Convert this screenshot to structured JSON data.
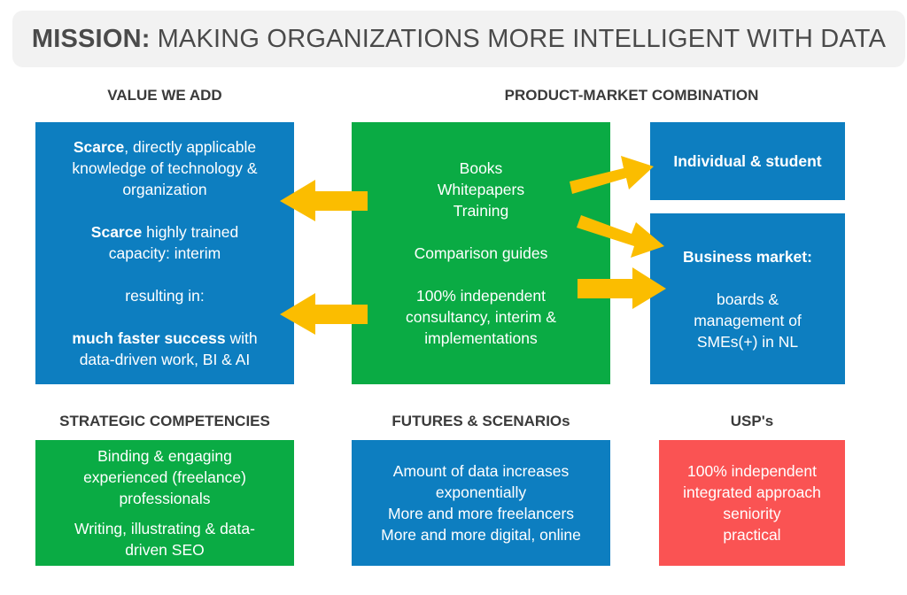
{
  "mission": {
    "label": "MISSION:",
    "text": "MAKING ORGANIZATIONS MORE INTELLIGENT WITH DATA"
  },
  "headings": {
    "value": "VALUE WE ADD",
    "pmc": "PRODUCT-MARKET COMBINATION",
    "competencies": "STRATEGIC COMPETENCIES",
    "futures": "FUTURES & SCENARIOs",
    "usp": "USP's"
  },
  "value_box": {
    "l1_bold": "Scarce",
    "l1_rest": ", directly applicable",
    "l2": "knowledge of technology &",
    "l3": "organization",
    "l4_bold": "Scarce",
    "l4_rest": " highly trained",
    "l5": "capacity: interim",
    "l6": "resulting in:",
    "l7_bold": "much faster success",
    "l7_rest": " with",
    "l8": "data-driven work, BI & AI"
  },
  "product_box": {
    "l1": "Books",
    "l2": "Whitepapers",
    "l3": "Training",
    "l4": "Comparison guides",
    "l5": "100% independent",
    "l6": "consultancy, interim &",
    "l7": "implementations"
  },
  "individual_box": {
    "label": "Individual & student"
  },
  "business_box": {
    "title": "Business market:",
    "l1": "boards &",
    "l2": "management of",
    "l3": "SMEs(+) in NL"
  },
  "competencies_box": {
    "l1": "Binding & engaging",
    "l2": "experienced (freelance)",
    "l3": "professionals",
    "l4": "Writing, illustrating & data-",
    "l5": "driven SEO"
  },
  "futures_box": {
    "l1": "Amount of data increases",
    "l2": "exponentially",
    "l3": "More and more freelancers",
    "l4": "More and more digital, online"
  },
  "usp_box": {
    "l1": "100% independent",
    "l2": "integrated approach",
    "l3": "seniority",
    "l4": "practical"
  },
  "colors": {
    "blue": "#0d7ec0",
    "green": "#0aab44",
    "red": "#fa5353",
    "arrow": "#fbbd00"
  }
}
